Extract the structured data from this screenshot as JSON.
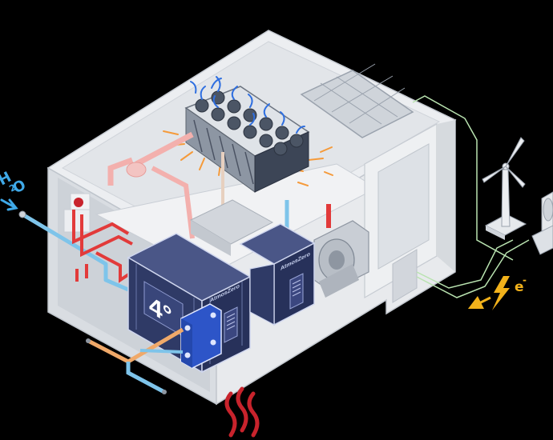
{
  "labels": {
    "water_main": "H",
    "water_sub": "2",
    "water_o": "O",
    "electron": "e",
    "electron_sup": "-",
    "brand_unit1": "AtmosZero",
    "brand_unit2": "AtmosZero",
    "logo_mark": "4°"
  },
  "colors": {
    "background": "#000000",
    "building_wall": "#e6e8ec",
    "building_shadow": "#cfd3d9",
    "hot_pipe": "#e23a3a",
    "cold_pipe": "#7ec4ea",
    "unit_navy": "#2f3a66",
    "heat_exchanger": "#2d55c8",
    "accent_orange": "#f59a3a",
    "electric_yellow": "#f2b21b",
    "wire_green": "#b9e3b0"
  },
  "icons": {
    "water": "water-drop-arrow-icon",
    "heat": "heat-waves-icon",
    "electricity": "lightning-bolt-icon",
    "wind": "wind-turbine-icon",
    "solar": "solar-panel-icon"
  }
}
